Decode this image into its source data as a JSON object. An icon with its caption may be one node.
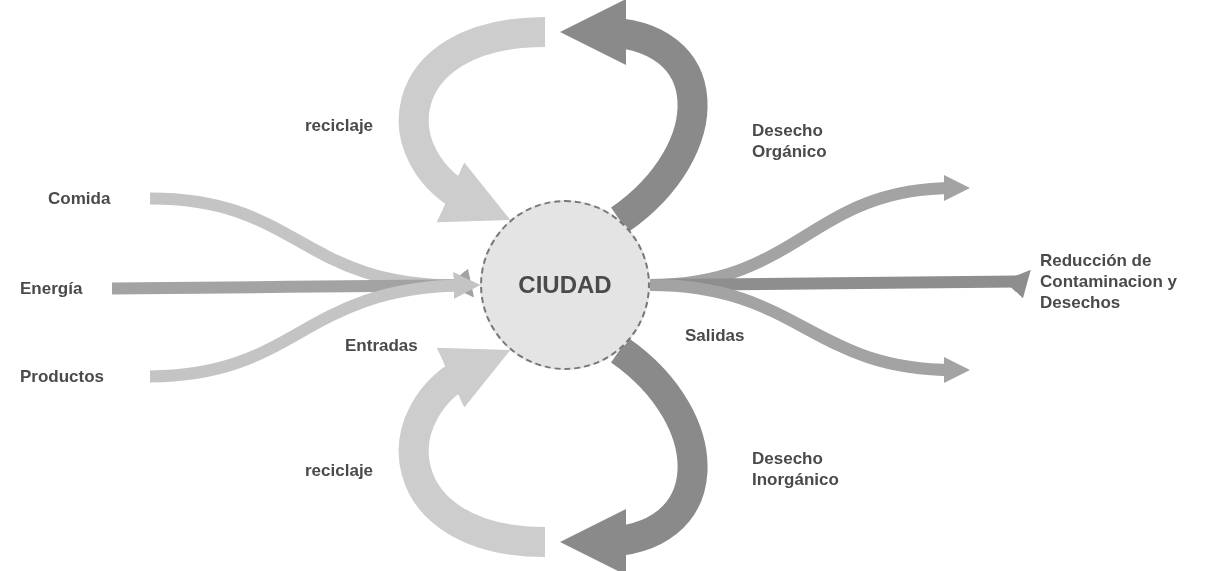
{
  "diagram": {
    "nodes": [
      {
        "text": [
          "Comida"
        ]
      },
      {
        "text": [
          "Energía"
        ]
      },
      {
        "text": [
          "Productos"
        ]
      },
      {
        "text": [
          "CIUDAD"
        ]
      },
      {
        "text": [
          "Reducción de Contaminacion y Desechos"
        ]
      }
    ],
    "edges": [
      {
        "from": 0,
        "to": 3,
        "arrow": "to",
        "color": "#c4c4c4"
      },
      {
        "from": 1,
        "to": 3,
        "arrow": "to",
        "color": "#a3a3a3"
      },
      {
        "from": 2,
        "to": 3,
        "arrow": "to",
        "color": "#c4c4c4"
      },
      {
        "from": 3,
        "to": null,
        "arrow": "to",
        "color": "#a3a3a3"
      },
      {
        "from": 3,
        "to": 4,
        "arrow": "to",
        "color": "#8e8e8e"
      },
      {
        "from": 3,
        "to": null,
        "arrow": "to",
        "color": "#a3a3a3"
      },
      {
        "from": 3,
        "to": null,
        "arrow": "to",
        "label": "Desecho Orgánico",
        "style": "thick",
        "color": "#8a8a8a"
      },
      {
        "from": null,
        "to": 3,
        "arrow": "to",
        "label": "reciclaje",
        "style": "thick",
        "color": "#cdcdcd"
      },
      {
        "from": 3,
        "to": null,
        "arrow": "to",
        "label": "Desecho Inorgánico",
        "style": "thick",
        "color": "#8a8a8a"
      },
      {
        "from": null,
        "to": 3,
        "arrow": "to",
        "label": "reciclaje",
        "style": "thick",
        "color": "#cdcdcd"
      }
    ],
    "labels": [
      "Entradas",
      "Salidas"
    ]
  }
}
